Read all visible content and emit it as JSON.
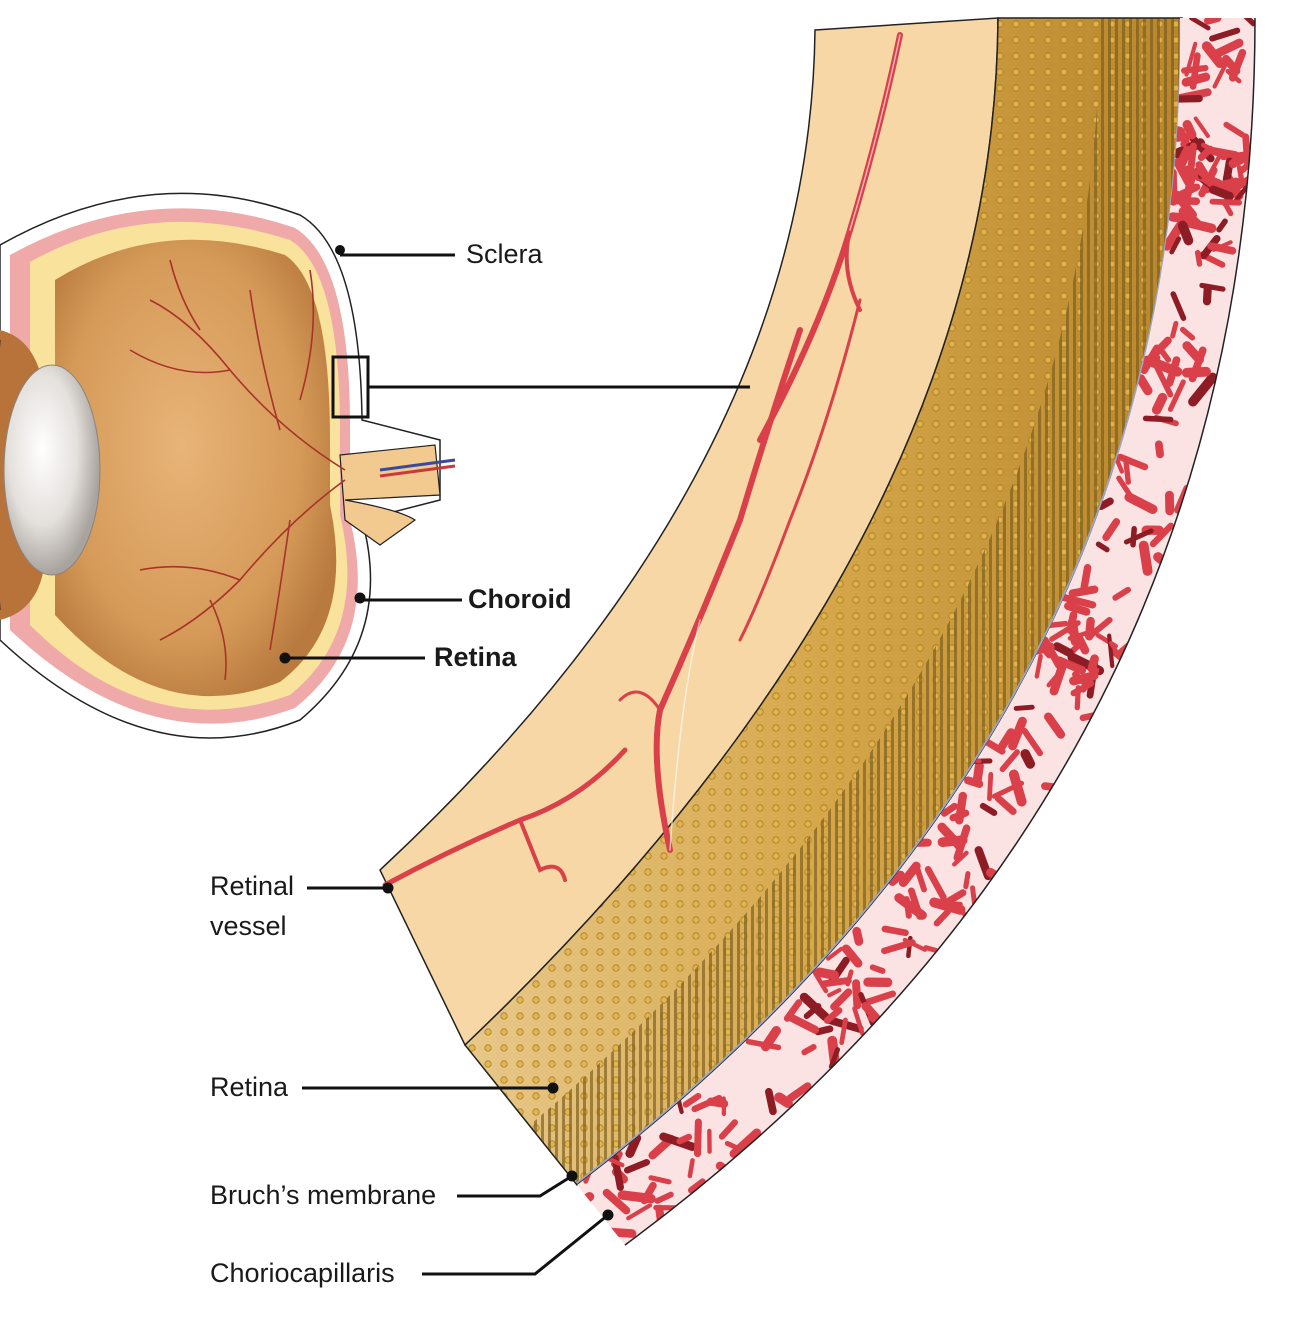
{
  "labels": {
    "sclera": "Sclera",
    "choroid": "Choroid",
    "retina_eye": "Retina",
    "retinal_vessel_line1": "Retinal",
    "retinal_vessel_line2": "vessel",
    "retina_section": "Retina",
    "bruchs_membrane": "Bruch’s membrane",
    "choriocapillaris": "Choriocapillaris"
  },
  "colors": {
    "retina_tan": "#f7d7a5",
    "eyeball_interior": "#d9a05f",
    "photoreceptor_gold": "#d9aa3c",
    "vessel_red": "#d9404a",
    "sclera_pink": "#ec9a9a",
    "choroid_yellow": "#f9e29b",
    "leader_line": "#111111"
  }
}
